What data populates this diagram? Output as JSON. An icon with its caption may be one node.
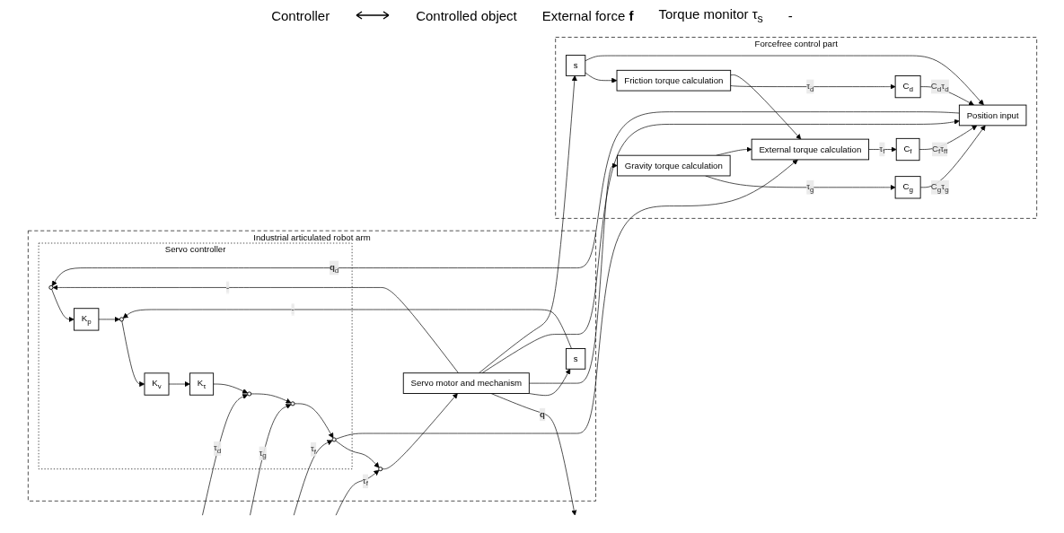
{
  "diagram": {
    "nodes": [
      {
        "text": [
          "Forcefree control part"
        ]
      },
      {
        "text": [
          "External torque calculation"
        ],
        "in": 0
      },
      {
        "text": [
          "C$_{f}$"
        ],
        "in": 0
      },
      {
        "text": [
          "Position input"
        ],
        "in": 0
      },
      {
        "text": [
          "C$_{d}$"
        ],
        "in": 0
      },
      {
        "text": [
          "C$_{g}$"
        ],
        "in": 0
      },
      {
        "text": [
          "Gravity torque calculation"
        ],
        "in": 0
      },
      {
        "text": [
          "s"
        ],
        "in": 0
      },
      {
        "text": [
          "Friction torque calculation"
        ],
        "in": 0
      },
      {
        "text": [
          "Industrial articulated robot arm"
        ]
      },
      {
        "text": [
          "Servo controller"
        ],
        "in": 9
      },
      {
        "text": [],
        "shape": "circle",
        "in": 10
      },
      {
        "text": [
          "K$_{p}$"
        ],
        "in": 10
      },
      {
        "text": [],
        "shape": "circle",
        "in": 10
      },
      {
        "text": [
          "K$_{v}$"
        ],
        "in": 10
      },
      {
        "text": [
          "K$_{τ}$"
        ],
        "in": 10
      },
      {
        "text": [],
        "shape": "circle",
        "in": 10
      },
      {
        "text": [],
        "shape": "circle",
        "in": 10
      },
      {
        "text": [],
        "shape": "circle",
        "in": 10
      },
      {
        "text": [
          "s"
        ],
        "in": 9
      },
      {
        "text": [],
        "shape": "circle",
        "in": 9
      },
      {
        "text": [
          "Servo motor and mechanism"
        ],
        "in": 9
      }
    ],
    "edges": [
      {
        "from": 1,
        "to": 2,
        "arrow": "to",
        "label": "τ$_{f}$"
      },
      {
        "from": 2,
        "to": 3,
        "arrow": "to",
        "label": "C$_{f}$τ$_{ff}$"
      },
      {
        "from": 4,
        "to": 3,
        "arrow": "to",
        "label": "C$_{d}$τ$_{d}$"
      },
      {
        "from": 5,
        "to": 3,
        "arrow": "to",
        "label": "C$_{g}$τ$_{g}$"
      },
      {
        "from": 6,
        "to": 5,
        "arrow": "to",
        "label": "τ$_{g}$"
      },
      {
        "from": 6,
        "to": 1,
        "arrow": "to"
      },
      {
        "from": 8,
        "to": 4,
        "arrow": "to",
        "label": "τ$_{d}$"
      },
      {
        "from": 8,
        "to": 1,
        "arrow": "to"
      },
      {
        "from": 3,
        "to": 11,
        "arrow": "to",
        "label": "**q**$_{d}$"
      },
      {
        "from": 11,
        "to": 12,
        "arrow": "to"
      },
      {
        "from": 12,
        "to": 13,
        "arrow": "to"
      },
      {
        "from": 13,
        "to": 14,
        "arrow": "to"
      },
      {
        "from": 14,
        "to": 15,
        "arrow": "to"
      },
      {
        "from": 15,
        "to": 16,
        "arrow": "to"
      },
      {
        "from": null,
        "to": 16,
        "arrow": "to",
        "label": "τ$_{d}$"
      },
      {
        "from": 16,
        "to": 17,
        "arrow": "to"
      },
      {
        "from": null,
        "to": 17,
        "arrow": "to",
        "label": "τ$_{g}$"
      },
      {
        "from": 17,
        "to": 18,
        "arrow": "to"
      },
      {
        "from": null,
        "to": 18,
        "arrow": "to",
        "label": "τ$_{f}$"
      },
      {
        "from": 18,
        "to": 20,
        "arrow": "to"
      },
      {
        "from": 18,
        "to": 1,
        "arrow": "to"
      },
      {
        "from": null,
        "to": 20,
        "arrow": "to",
        "label": "τ$_{f}$"
      },
      {
        "from": 20,
        "to": 21,
        "arrow": "to"
      },
      {
        "from": 21,
        "to": null,
        "arrow": "to",
        "label": "**q**"
      },
      {
        "from": 21,
        "to": 19,
        "arrow": "to"
      },
      {
        "from": 19,
        "to": 13,
        "arrow": "to",
        "label": "-"
      },
      {
        "from": 21,
        "to": 11,
        "arrow": "to",
        "label": "-"
      },
      {
        "from": 21,
        "to": 6,
        "arrow": "to"
      },
      {
        "from": 21,
        "to": 3,
        "arrow": "to"
      },
      {
        "from": 21,
        "to": 7,
        "arrow": "to"
      },
      {
        "from": 7,
        "to": 8,
        "arrow": "to"
      },
      {
        "from": 7,
        "to": 3,
        "arrow": "to"
      }
    ],
    "labels": [
      "Controller",
      "Controlled object",
      "External force **f**",
      "Torque monitor τ$_{s}$",
      "-"
    ]
  }
}
